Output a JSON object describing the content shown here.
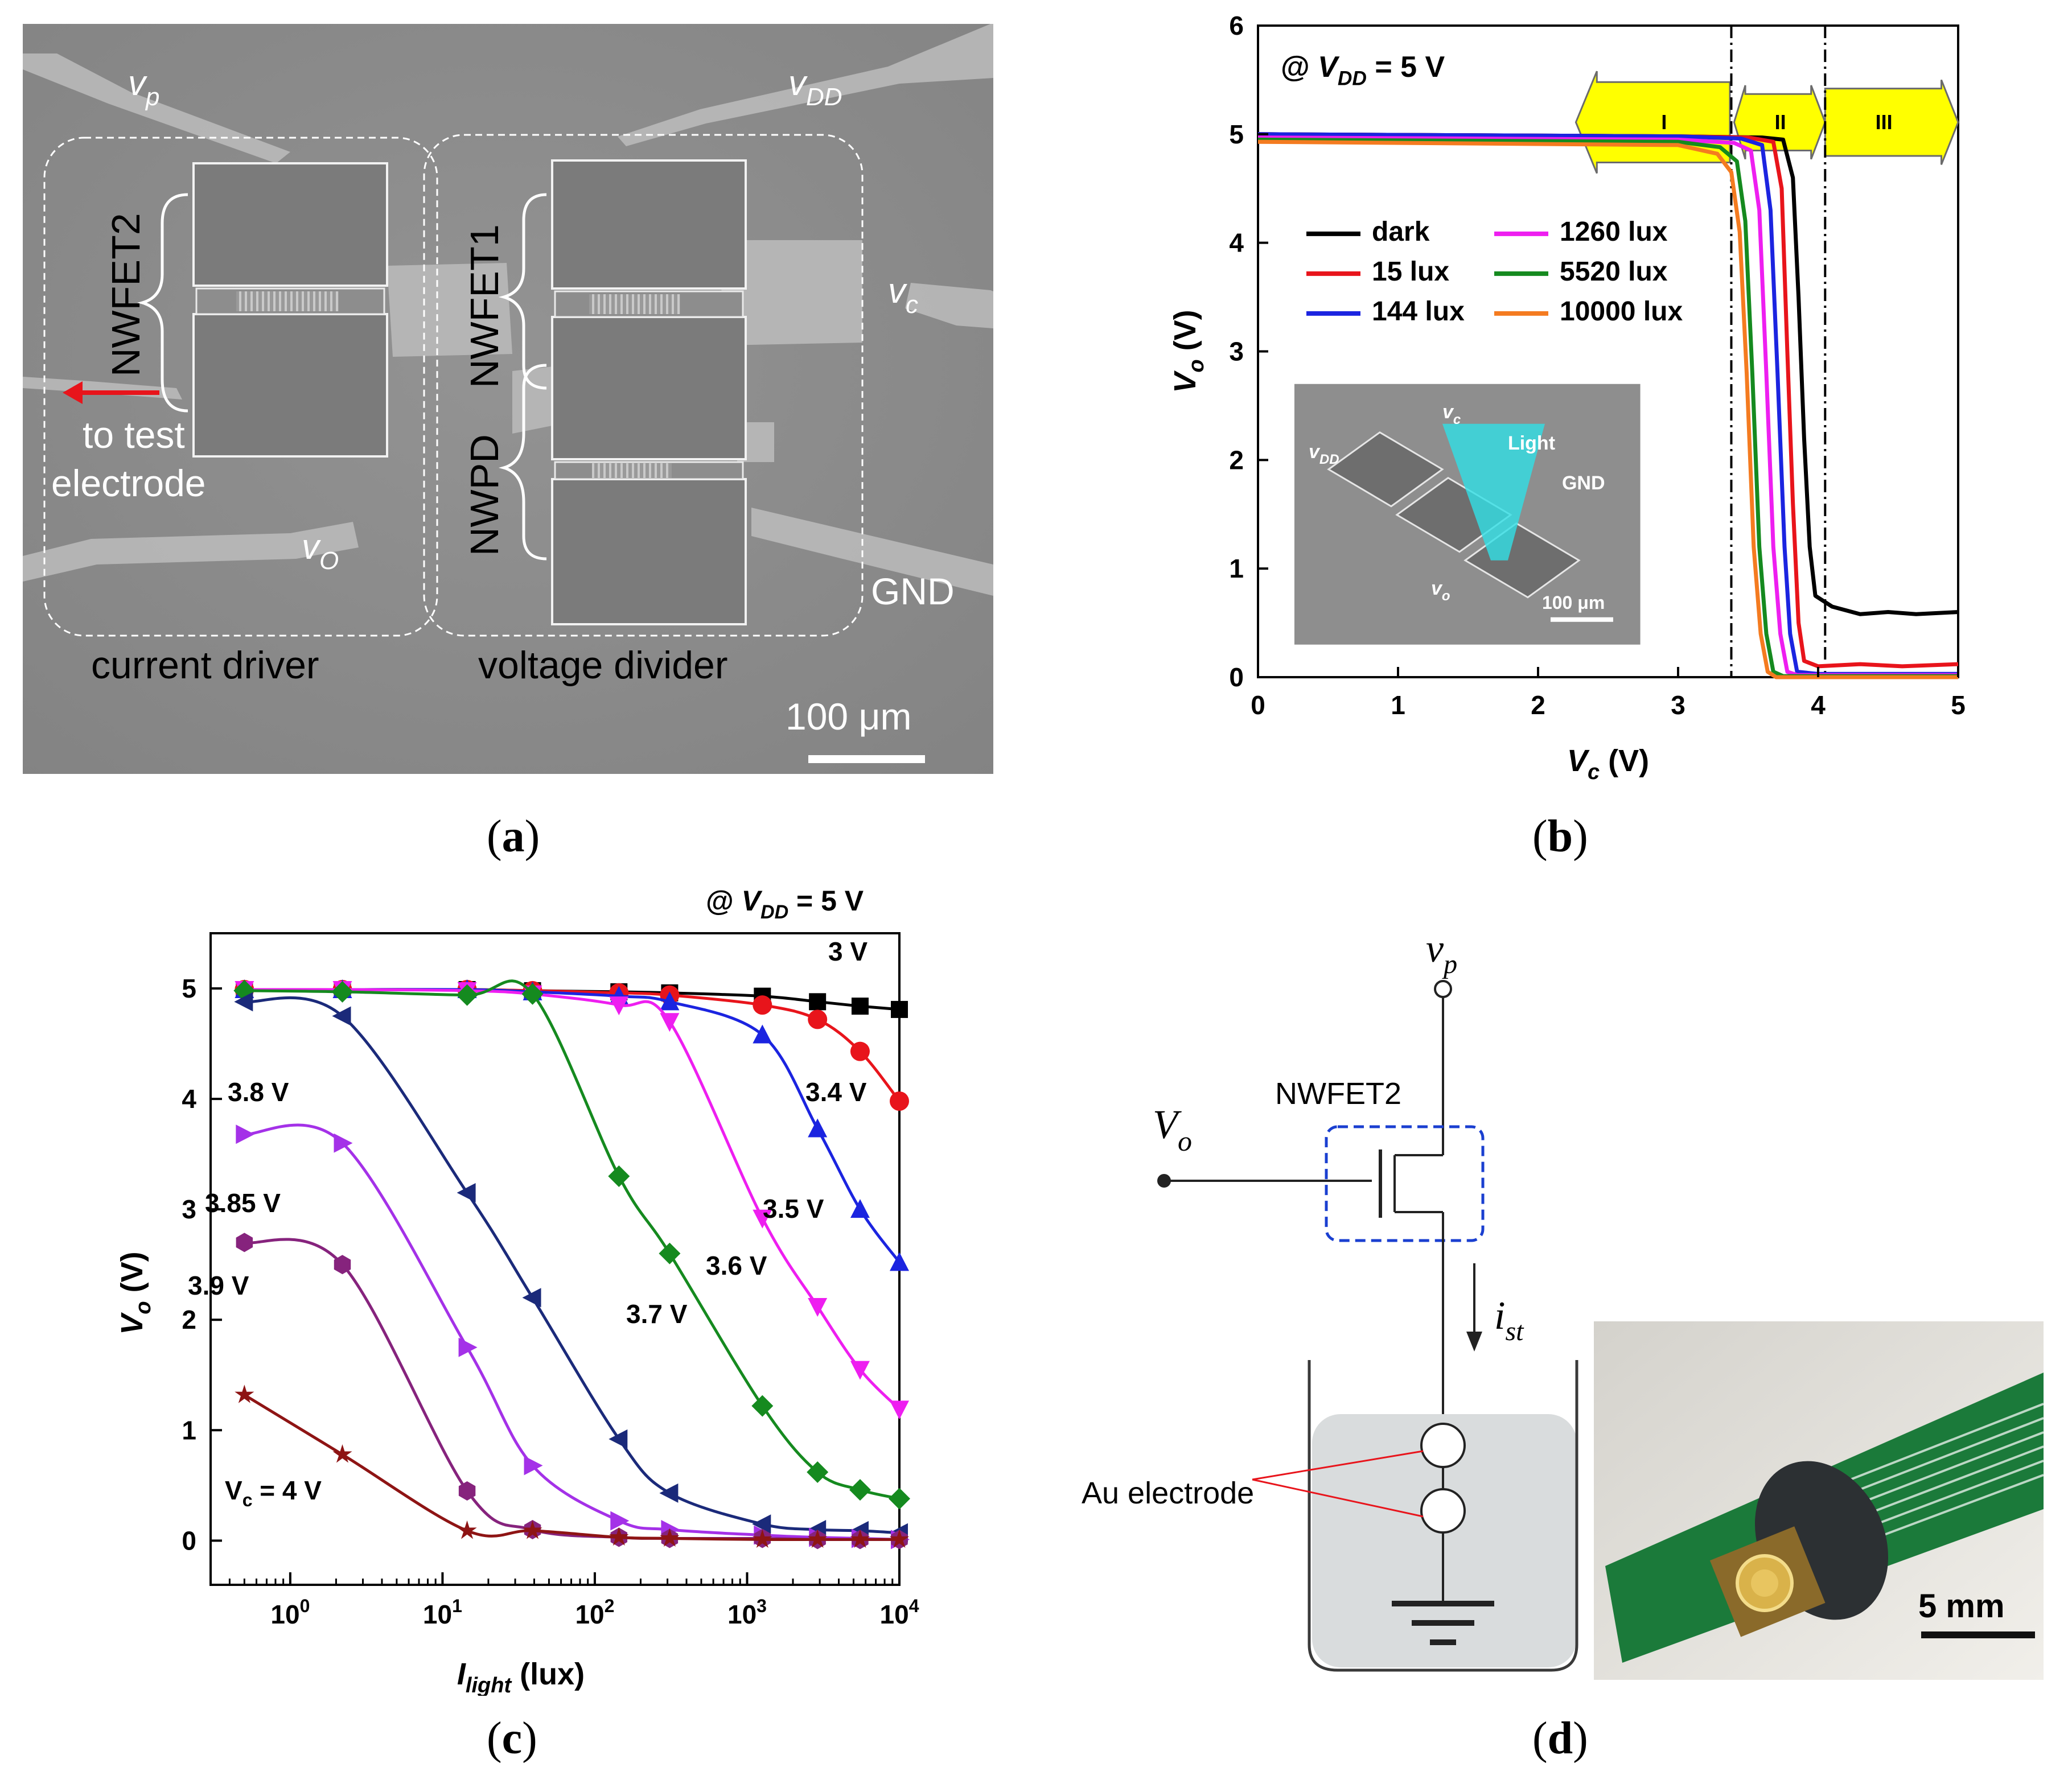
{
  "panel_labels": {
    "a": "a",
    "b": "b",
    "c": "c",
    "d": "d"
  },
  "panel_a": {
    "labels": {
      "vp": "v",
      "vp_sub": "p",
      "vdd": "v",
      "vdd_sub": "DD",
      "vc": "v",
      "vc_sub": "c",
      "vo": "v",
      "vo_sub": "O",
      "gnd": "GND",
      "nwfet2": "NWFET2",
      "nwfet1": "NWFET1",
      "nwpd": "NWPD",
      "to_test": "to test",
      "electrode": "electrode",
      "current_driver": "current driver",
      "voltage_divider": "voltage divider",
      "scale": "100 μm"
    },
    "colors": {
      "background": "#8a8a8a",
      "pad": "#7b7b7b",
      "wire": "#b8b8b8",
      "arrow": "#e8141b"
    }
  },
  "panel_b": {
    "annotation": {
      "prefix": "@ ",
      "var": "V",
      "sub": "DD",
      "suffix": " =  5 V"
    },
    "regions": [
      "I",
      "II",
      "III"
    ],
    "inset_labels": {
      "vdd": "v",
      "vdd_sub": "DD",
      "vc": "v",
      "vc_sub": "c",
      "vo": "v",
      "vo_sub": "o",
      "light": "Light",
      "gnd": "GND",
      "scale": "100 μm"
    },
    "xlabel_var": "V",
    "xlabel_sub": "c",
    "xlabel_unit": " (V)",
    "ylabel_var": "V",
    "ylabel_sub": "o",
    "ylabel_unit": " (V)",
    "xticks": [
      "0",
      "1",
      "2",
      "3",
      "4",
      "5"
    ],
    "yticks": [
      "0",
      "1",
      "2",
      "3",
      "4",
      "5",
      "6"
    ]
  },
  "panel_c": {
    "annotation": {
      "prefix": "@ ",
      "var": "V",
      "sub": "DD",
      "suffix": " =  5 V"
    },
    "xlabel_var": "I",
    "xlabel_sub": "light",
    "xlabel_unit": " (lux)",
    "ylabel_var": "V",
    "ylabel_sub": "o",
    "ylabel_unit": " (V)",
    "xticks": [
      {
        "base": "10",
        "exp": "0"
      },
      {
        "base": "10",
        "exp": "1"
      },
      {
        "base": "10",
        "exp": "2"
      },
      {
        "base": "10",
        "exp": "3"
      },
      {
        "base": "10",
        "exp": "4"
      }
    ],
    "yticks": [
      "0",
      "1",
      "2",
      "3",
      "4",
      "5"
    ],
    "curve_labels": [
      "3 V",
      "3.4 V",
      "3.5 V",
      "3.6 V",
      "3.7 V",
      "3.8 V",
      "3.85 V",
      "3.9 V",
      "V",
      "c",
      " = 4 V"
    ]
  },
  "panel_d": {
    "labels": {
      "vp": "v",
      "vp_sub": "p",
      "nwfet2": "NWFET2",
      "vo": "V",
      "vo_sub": "o",
      "ist": "i",
      "ist_sub": "st",
      "au": "Au electrode",
      "scale": "5 mm"
    }
  },
  "chart_data": [
    {
      "type": "line",
      "panel": "b",
      "xlim": [
        0,
        5
      ],
      "ylim": [
        0,
        6
      ],
      "grid": false,
      "legend_position": "middle-left",
      "vertical_lines": [
        3.38,
        4.05
      ],
      "regions": [
        {
          "label": "I",
          "from": 2.3,
          "to": 3.38
        },
        {
          "label": "II",
          "from": 3.38,
          "to": 4.05
        },
        {
          "label": "III",
          "from": 4.05,
          "to": 5.0
        }
      ],
      "series": [
        {
          "name": "dark",
          "color": "#000000",
          "x": [
            0,
            3.0,
            3.6,
            3.75,
            3.82,
            3.86,
            3.9,
            3.94,
            3.98,
            4.1,
            4.3,
            4.5,
            4.7,
            5.0
          ],
          "y": [
            5.0,
            4.98,
            4.97,
            4.95,
            4.6,
            3.5,
            2.2,
            1.2,
            0.75,
            0.65,
            0.58,
            0.6,
            0.58,
            0.6
          ]
        },
        {
          "name": "15 lux",
          "color": "#e8141b",
          "x": [
            0,
            3.0,
            3.5,
            3.68,
            3.74,
            3.78,
            3.82,
            3.86,
            3.9,
            4.0,
            4.3,
            4.6,
            5.0
          ],
          "y": [
            5.0,
            4.98,
            4.97,
            4.93,
            4.5,
            3.0,
            1.6,
            0.5,
            0.15,
            0.1,
            0.12,
            0.1,
            0.12
          ]
        },
        {
          "name": "144 lux",
          "color": "#1b24e0",
          "x": [
            0,
            3.0,
            3.45,
            3.6,
            3.66,
            3.71,
            3.76,
            3.8,
            3.85,
            4.0,
            5.0
          ],
          "y": [
            5.0,
            4.98,
            4.96,
            4.9,
            4.3,
            2.8,
            1.2,
            0.4,
            0.05,
            0.03,
            0.03
          ]
        },
        {
          "name": "1260 lux",
          "color": "#ee1ef0",
          "x": [
            0,
            3.0,
            3.4,
            3.52,
            3.58,
            3.63,
            3.68,
            3.73,
            3.78,
            3.85,
            5.0
          ],
          "y": [
            4.97,
            4.95,
            4.92,
            4.85,
            4.3,
            2.8,
            1.2,
            0.4,
            0.05,
            0.02,
            0.02
          ]
        },
        {
          "name": "5520 lux",
          "color": "#158a1f",
          "x": [
            0,
            3.0,
            3.3,
            3.42,
            3.48,
            3.53,
            3.58,
            3.63,
            3.68,
            3.75,
            5.0
          ],
          "y": [
            4.95,
            4.93,
            4.88,
            4.75,
            4.2,
            2.8,
            1.2,
            0.4,
            0.05,
            0.01,
            0.01
          ]
        },
        {
          "name": "10000 lux",
          "color": "#f47b20",
          "x": [
            0,
            3.0,
            3.28,
            3.38,
            3.44,
            3.49,
            3.54,
            3.59,
            3.64,
            3.7,
            5.0
          ],
          "y": [
            4.93,
            4.9,
            4.82,
            4.65,
            4.1,
            2.8,
            1.2,
            0.4,
            0.05,
            0.0,
            0.0
          ]
        }
      ]
    },
    {
      "type": "scatter",
      "panel": "c",
      "xscale": "log",
      "xlim": [
        0.3,
        10000
      ],
      "ylim": [
        -0.4,
        5.5
      ],
      "grid": false,
      "series": [
        {
          "label": "3 V",
          "color": "#000000",
          "marker": "square",
          "x": [
            0.5,
            2.2,
            14.5,
            39,
            144,
            310,
            1260,
            2900,
            5520,
            10000
          ],
          "y": [
            4.99,
            4.99,
            4.99,
            4.98,
            4.97,
            4.96,
            4.93,
            4.88,
            4.84,
            4.81
          ]
        },
        {
          "label": "3.4 V",
          "color": "#e8141b",
          "marker": "circle",
          "x": [
            0.5,
            2.2,
            14.5,
            39,
            144,
            310,
            1260,
            2900,
            5520,
            10000
          ],
          "y": [
            4.99,
            4.99,
            4.99,
            4.98,
            4.96,
            4.94,
            4.85,
            4.72,
            4.43,
            3.98
          ]
        },
        {
          "label": "3.5 V",
          "color": "#1b24e0",
          "marker": "triangle-up",
          "x": [
            0.5,
            2.2,
            14.5,
            39,
            144,
            310,
            1260,
            2900,
            5520,
            10000
          ],
          "y": [
            4.99,
            4.99,
            4.99,
            4.97,
            4.93,
            4.88,
            4.58,
            3.73,
            3.0,
            2.52
          ]
        },
        {
          "label": "3.6 V",
          "color": "#ee1ef0",
          "marker": "triangle-down",
          "x": [
            0.5,
            2.2,
            14.5,
            39,
            144,
            310,
            1260,
            2900,
            5520,
            10000
          ],
          "y": [
            4.99,
            4.99,
            4.98,
            4.95,
            4.85,
            4.7,
            2.92,
            2.12,
            1.55,
            1.19
          ]
        },
        {
          "label": "3.7 V",
          "color": "#158a1f",
          "marker": "diamond",
          "x": [
            0.5,
            2.2,
            14.5,
            39,
            144,
            310,
            1260,
            2900,
            5520,
            10000
          ],
          "y": [
            4.98,
            4.97,
            4.94,
            4.95,
            3.3,
            2.6,
            1.22,
            0.62,
            0.46,
            0.38
          ]
        },
        {
          "label": "3.8 V",
          "color": "#1b2a7a",
          "marker": "triangle-left",
          "x": [
            0.5,
            2.2,
            14.5,
            39,
            144,
            310,
            1260,
            2900,
            5520,
            10000
          ],
          "y": [
            4.88,
            4.75,
            3.15,
            2.2,
            0.92,
            0.43,
            0.15,
            0.1,
            0.09,
            0.07
          ]
        },
        {
          "label": "3.85 V",
          "color": "#a431e8",
          "marker": "triangle-right",
          "x": [
            0.5,
            2.2,
            14.5,
            39,
            144,
            310,
            1260,
            2900,
            5520,
            10000
          ],
          "y": [
            3.68,
            3.6,
            1.75,
            0.68,
            0.18,
            0.1,
            0.05,
            0.03,
            0.02,
            0.01
          ]
        },
        {
          "label": "3.9 V",
          "color": "#86237d",
          "marker": "hexagon",
          "x": [
            0.5,
            2.2,
            14.5,
            39,
            144,
            310,
            1260,
            2900,
            5520,
            10000
          ],
          "y": [
            2.7,
            2.5,
            0.45,
            0.1,
            0.03,
            0.02,
            0.02,
            0.01,
            0.01,
            0.01
          ]
        },
        {
          "label": "Vc = 4 V",
          "color": "#8e1414",
          "marker": "star",
          "x": [
            0.5,
            2.2,
            14.5,
            39,
            144,
            310,
            1260,
            2900,
            5520,
            10000
          ],
          "y": [
            1.32,
            0.78,
            0.09,
            0.09,
            0.03,
            0.02,
            0.01,
            0.01,
            0.01,
            0.01
          ]
        }
      ]
    }
  ]
}
